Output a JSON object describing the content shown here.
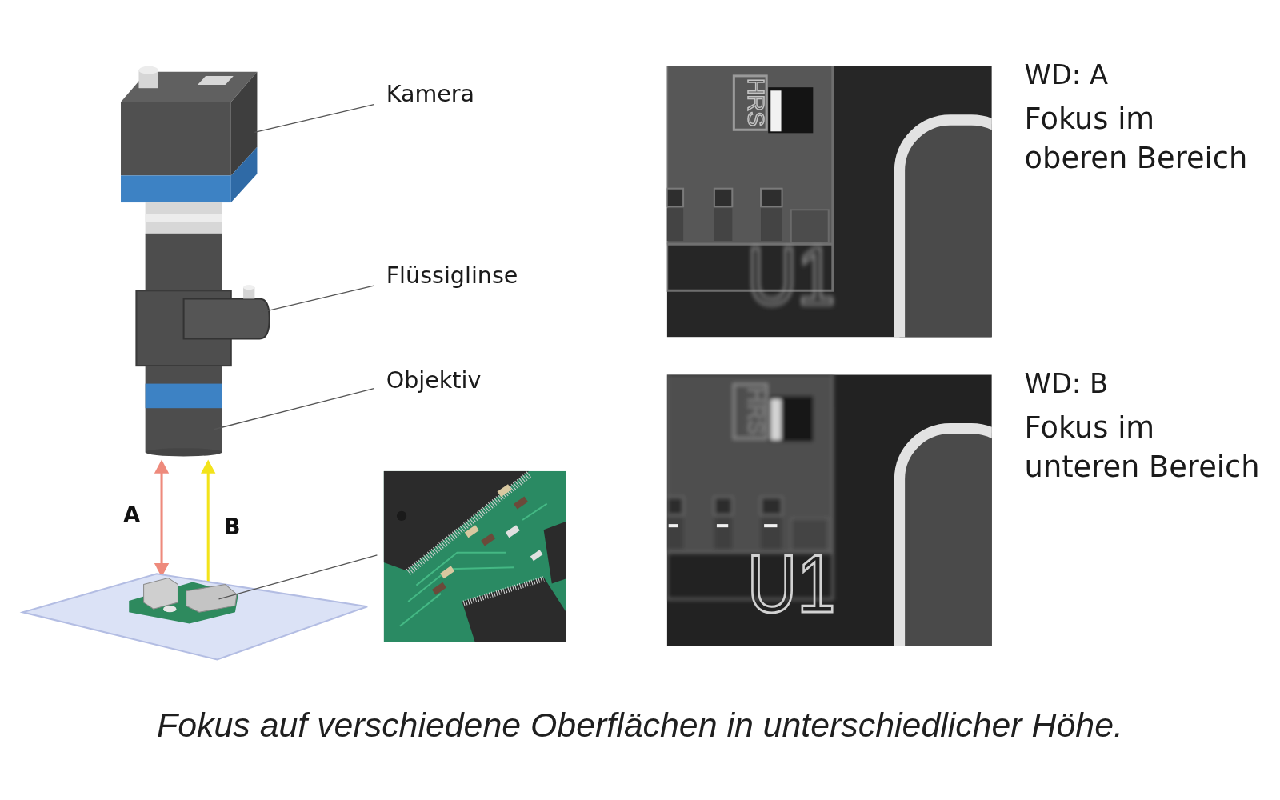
{
  "diagram": {
    "caption": "Fokus auf verschiedene Oberflächen in unterschiedlicher Höhe.",
    "nodes": [
      {
        "text": [
          "WD: A",
          "Fokus im oberen Bereich"
        ]
      },
      {
        "text": [
          "WD: B",
          "Fokus im unteren Bereich"
        ]
      }
    ],
    "labels": [
      "Kamera",
      "Flüssiglinse",
      "Objektiv",
      "A",
      "B",
      "HRS",
      "U1",
      "HRS",
      "U1"
    ]
  }
}
